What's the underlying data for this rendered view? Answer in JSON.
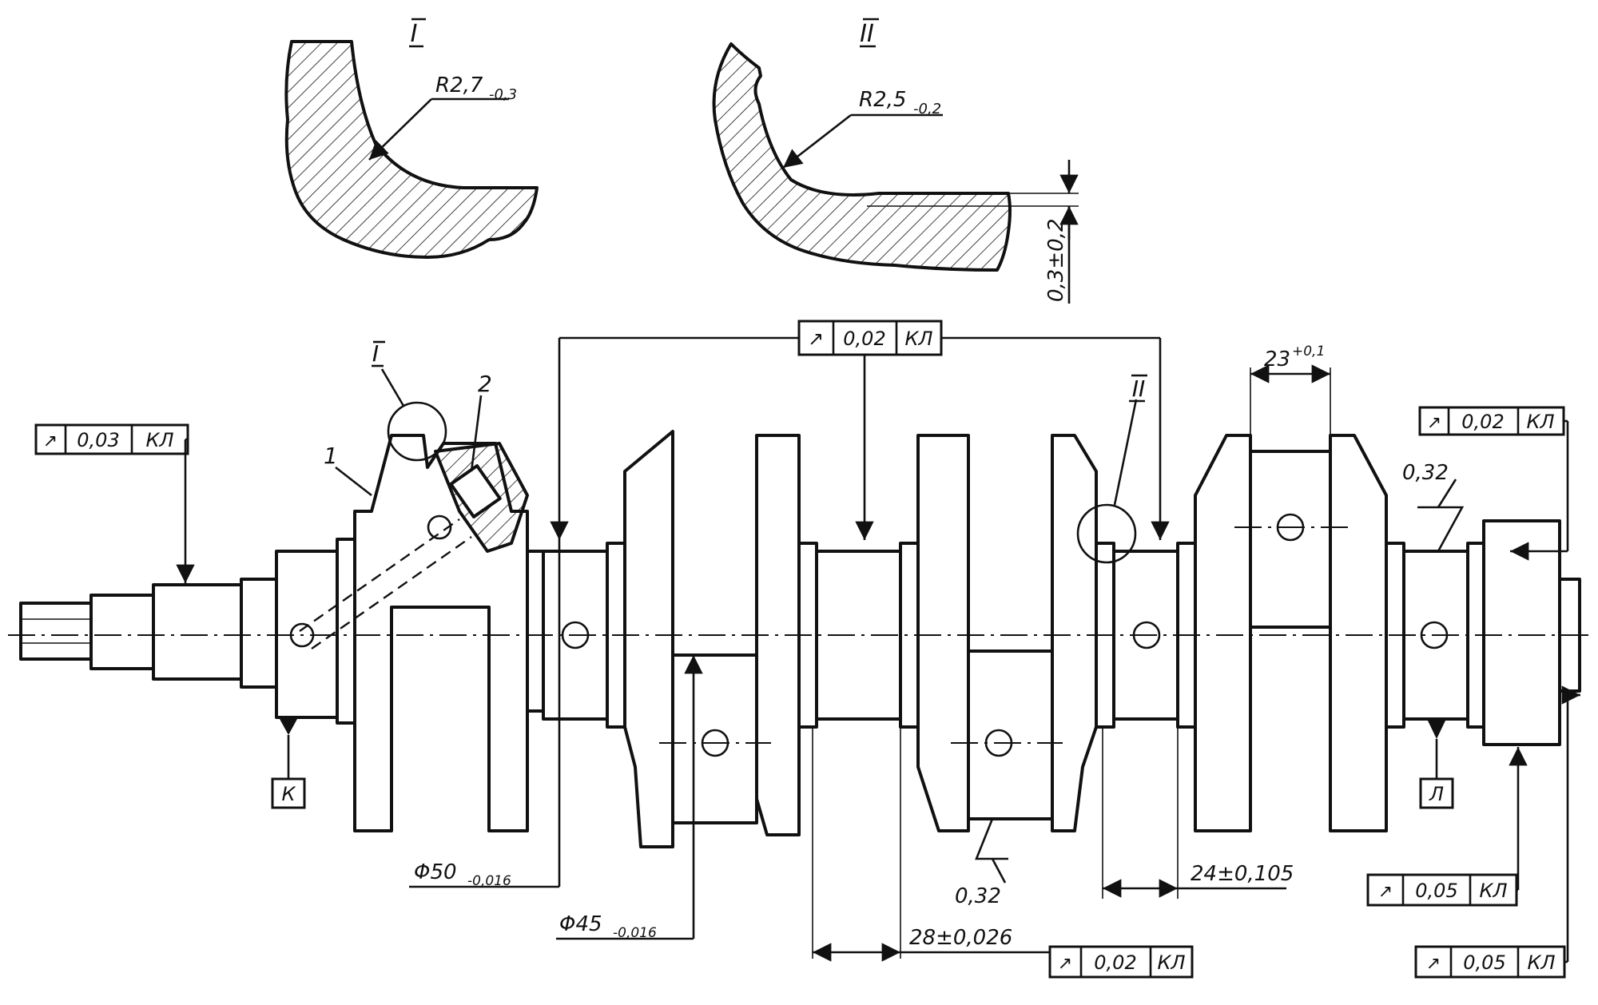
{
  "details": {
    "one": {
      "mark": "I",
      "radius": "R2,7",
      "tol": "-0,3"
    },
    "two": {
      "mark": "II",
      "radius": "R2,5",
      "tol": "-0,2",
      "depth": "0,3±0,2"
    }
  },
  "leaders": {
    "one": "I",
    "two": "II",
    "pos1": "1",
    "pos2": "2"
  },
  "frames": {
    "top": {
      "sym": "↗",
      "value": "0,02",
      "base": "КЛ"
    },
    "left": {
      "sym": "↗",
      "value": "0,03",
      "base": "КЛ"
    },
    "right_top": {
      "sym": "↗",
      "value": "0,02",
      "base": "КЛ"
    },
    "bottom_mid": {
      "sym": "↗",
      "value": "0,02",
      "base": "КЛ"
    },
    "right_mid": {
      "sym": "↗",
      "value": "0,05",
      "base": "КЛ"
    },
    "right_low": {
      "sym": "↗",
      "value": "0,05",
      "base": "КЛ"
    }
  },
  "datums": {
    "k": "К",
    "l": "Л"
  },
  "dims": {
    "d50": {
      "main": "Φ50",
      "tol": "-0,016"
    },
    "d45": {
      "main": "Φ45",
      "tol": "-0,016"
    },
    "w23": {
      "main": "23",
      "tol": "+0,1"
    },
    "len24": "24±0,105",
    "len28": "28±0,026"
  },
  "roughness": {
    "r1": "0,32",
    "r2": "0,32"
  },
  "colors": {
    "ink": "#111111",
    "paper": "#ffffff"
  }
}
